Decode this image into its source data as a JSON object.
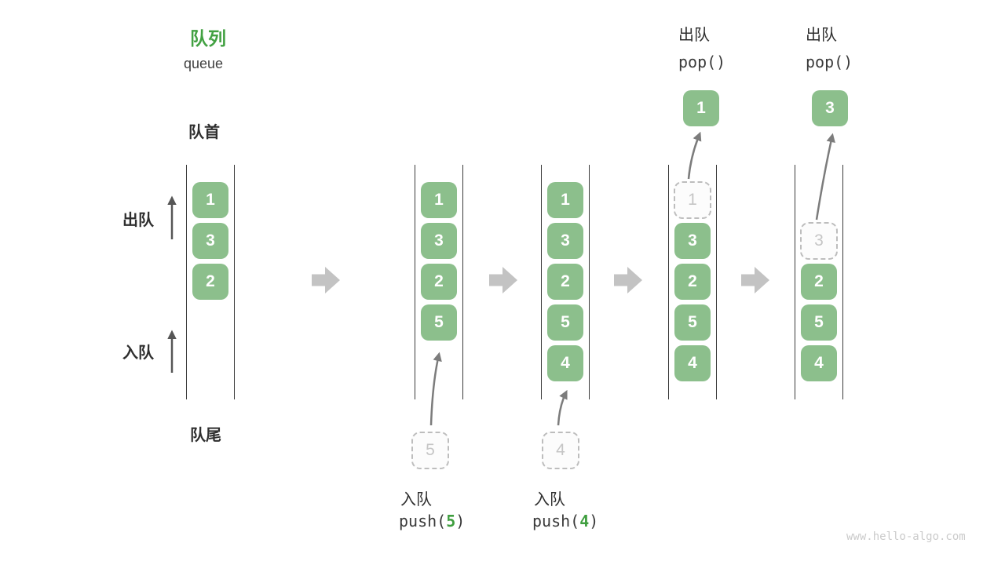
{
  "title": {
    "zh": "队列",
    "en": "queue"
  },
  "side_labels": {
    "front": "队首",
    "rear": "队尾",
    "dequeue": "出队",
    "enqueue": "入队"
  },
  "steps": {
    "push5": {
      "name": "入队",
      "fn": "push(",
      "arg": "5",
      "end": ")"
    },
    "push4": {
      "name": "入队",
      "fn": "push(",
      "arg": "4",
      "end": ")"
    },
    "pop1": {
      "name": "出队",
      "fn": "pop()"
    },
    "pop2": {
      "name": "出队",
      "fn": "pop()"
    }
  },
  "queues": {
    "q1": {
      "cells": [
        "1",
        "3",
        "2"
      ]
    },
    "q2": {
      "cells": [
        "1",
        "3",
        "2",
        "5"
      ],
      "staged": "5"
    },
    "q3": {
      "cells": [
        "1",
        "3",
        "2",
        "5",
        "4"
      ],
      "staged": "4"
    },
    "q4": {
      "removed": "1",
      "cells": [
        "3",
        "2",
        "5",
        "4"
      ],
      "popped": "1"
    },
    "q5": {
      "removed": "3",
      "cells": [
        "2",
        "5",
        "4"
      ],
      "popped": "3"
    }
  },
  "watermark": "www.hello-algo.com",
  "colors": {
    "box_green": "#8CBF8C",
    "title_green": "#42A142",
    "arg_green": "#3F9E3F",
    "flow_arrow_gray": "#C3C3C3",
    "curve_arrow_gray": "#7C7C7C",
    "line_dark": "#3A3A3A",
    "ghost_gray": "#BDBDBD"
  }
}
